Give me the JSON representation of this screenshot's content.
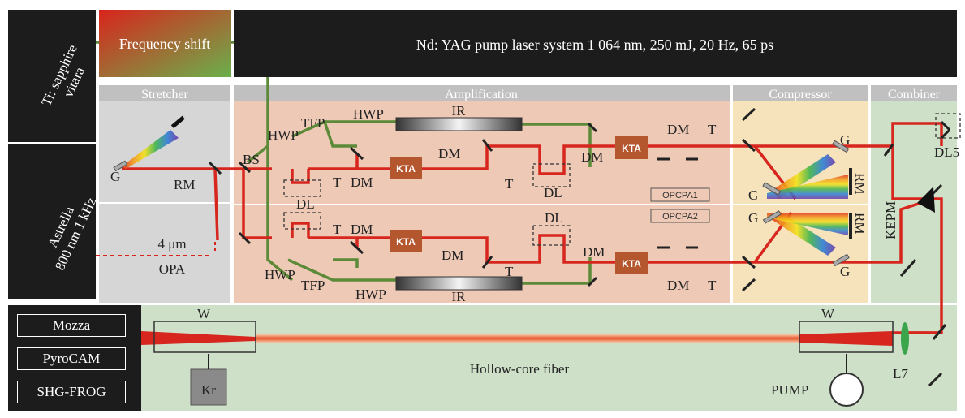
{
  "top": {
    "ti_sapphire": [
      "Ti: sapphire",
      "vitara"
    ],
    "astrella": [
      "Astrella",
      "800 nm 1 kHz"
    ],
    "frequency_shift": "Frequency shift",
    "pump_laser": "Nd: YAG pump laser system 1 064 nm, 250 mJ, 20 Hz, 65 ps"
  },
  "sections": {
    "stretcher": "Stretcher",
    "amplification": "Amplification",
    "compressor": "Compressor",
    "combiner": "Combiner"
  },
  "labels": {
    "G": "G",
    "RM": "RM",
    "BS": "BS",
    "HWP": "HWP",
    "TFP": "TFP",
    "IR": "IR",
    "KTA": "KTA",
    "DM": "DM",
    "T": "T",
    "DL": "DL",
    "DL5": "DL5",
    "KEPM": "KEPM",
    "OPCPA1": "OPCPA1",
    "OPCPA2": "OPCPA2",
    "OPA_wavelength": "4 μm",
    "OPA": "OPA",
    "W": "W",
    "Kr": "Kr",
    "PUMP": "PUMP",
    "L7": "L7",
    "hollow_core_fiber": "Hollow-core fiber"
  },
  "detectors": [
    "Mozza",
    "PyroCAM",
    "SHG-FROG"
  ],
  "colors": {
    "black_panel": "#1c1c1c",
    "stretcher_bg": "#d6d6d6",
    "amplification_bg": "#eec9b6",
    "compressor_bg": "#f6e2bb",
    "combiner_bg": "#cfe0c9",
    "beam_red": "#d7261e",
    "pump_green": "#5c8a38",
    "kta": "#b4562e",
    "section_header": "#c0c0c0"
  }
}
